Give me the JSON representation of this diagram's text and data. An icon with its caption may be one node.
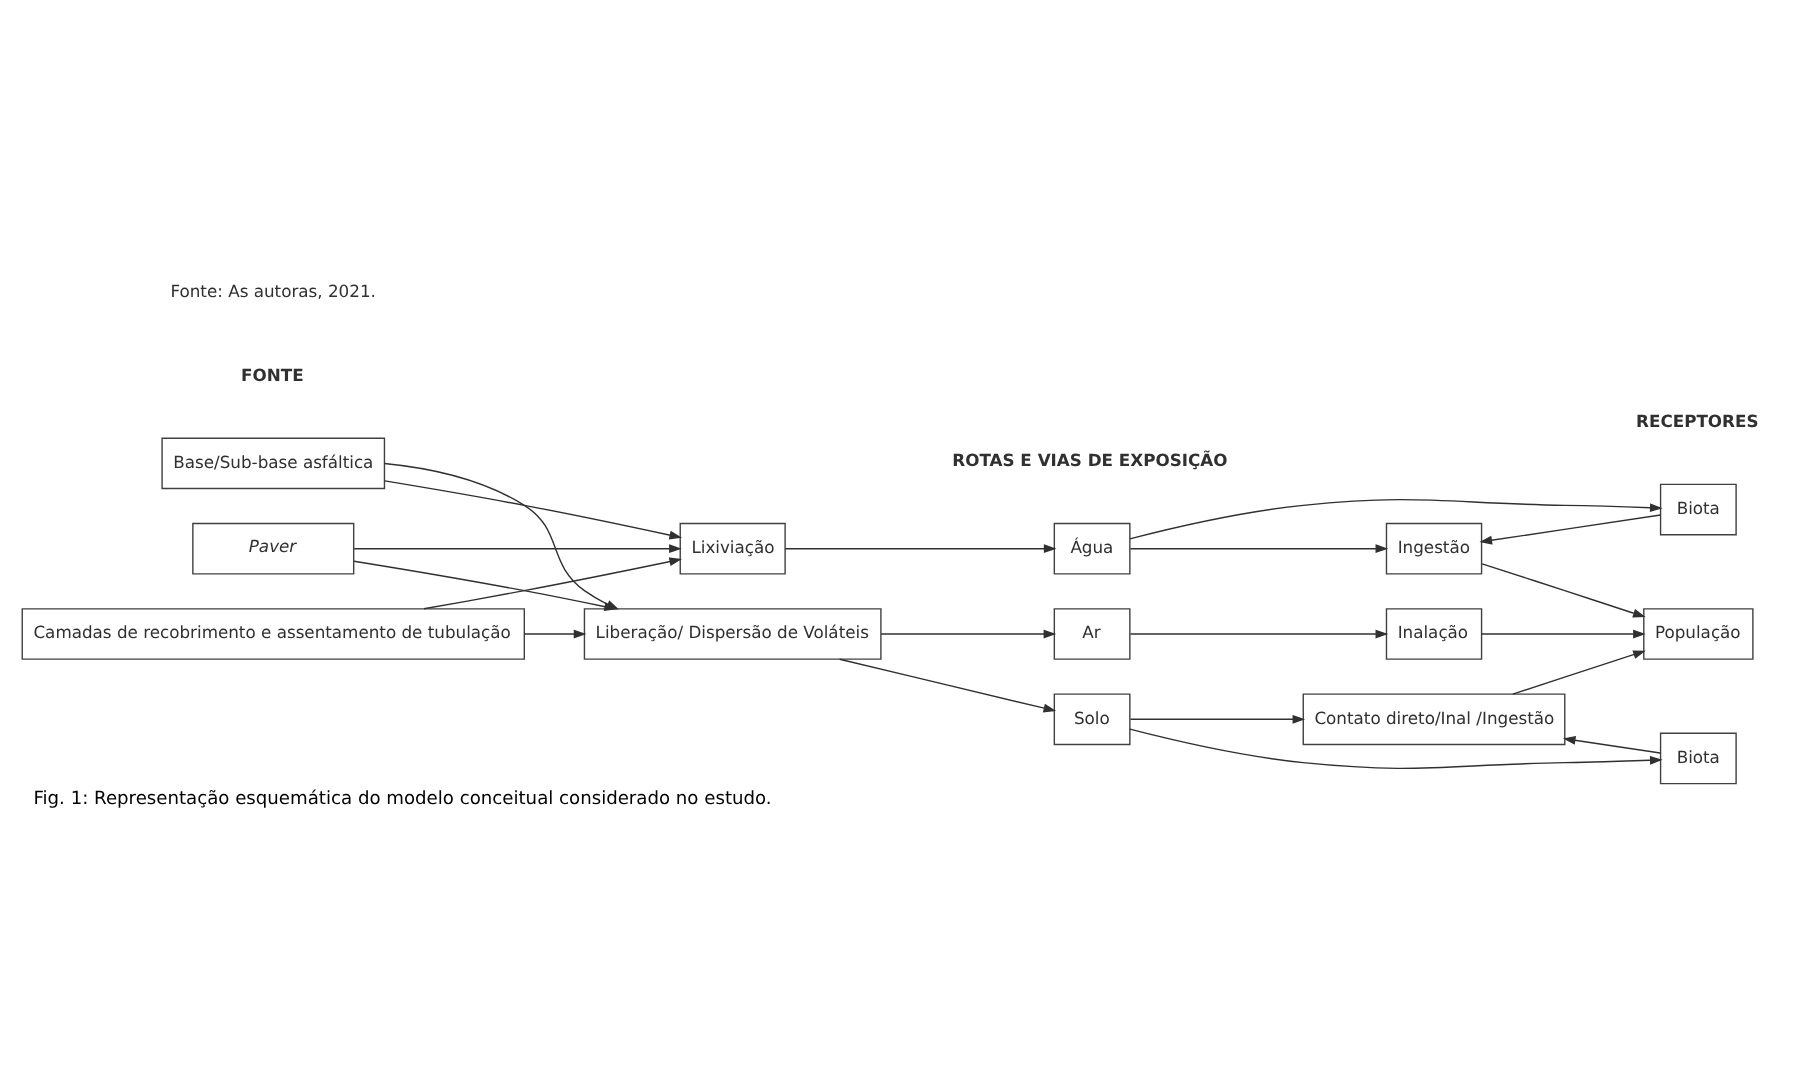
{
  "diagram": {
    "caption": "Fig. 1: Representação esquemática do modelo conceitual considerado no estudo.",
    "nodes": [
      {
        "text": [
          "Base/Sub-base asfáltica"
        ]
      },
      {
        "text": [
          "Paver"
        ]
      },
      {
        "text": [
          "Camadas de recobrimento e assentamento de tubulação"
        ]
      },
      {
        "text": [
          "Lixiviação"
        ]
      },
      {
        "text": [
          "Liberação/ Dispersão de Voláteis"
        ]
      },
      {
        "text": [
          "Água"
        ]
      },
      {
        "text": [
          "Ar"
        ]
      },
      {
        "text": [
          "Solo"
        ]
      },
      {
        "text": [
          "Ingestão"
        ]
      },
      {
        "text": [
          "Inalação"
        ]
      },
      {
        "text": [
          "Contato direto/Inal /Ingestão"
        ]
      },
      {
        "text": [
          "Biota"
        ]
      },
      {
        "text": [
          "População"
        ]
      },
      {
        "text": [
          "Biota"
        ]
      }
    ],
    "edges": [
      {
        "from": 0,
        "to": 3,
        "arrow": "to"
      },
      {
        "from": 0,
        "to": 4,
        "arrow": "to"
      },
      {
        "from": 1,
        "to": 3,
        "arrow": "to"
      },
      {
        "from": 1,
        "to": 4,
        "arrow": "to"
      },
      {
        "from": 2,
        "to": 3,
        "arrow": "to"
      },
      {
        "from": 2,
        "to": 4,
        "arrow": "to"
      },
      {
        "from": 3,
        "to": 5,
        "arrow": "to"
      },
      {
        "from": 4,
        "to": 6,
        "arrow": "to"
      },
      {
        "from": 4,
        "to": 7,
        "arrow": "to"
      },
      {
        "from": 5,
        "to": 8,
        "arrow": "to"
      },
      {
        "from": 5,
        "to": 11,
        "arrow": "to"
      },
      {
        "from": 6,
        "to": 9,
        "arrow": "to"
      },
      {
        "from": 7,
        "to": 10,
        "arrow": "to"
      },
      {
        "from": 7,
        "to": 13,
        "arrow": "to"
      },
      {
        "from": 11,
        "to": 8,
        "arrow": "to"
      },
      {
        "from": 13,
        "to": 10,
        "arrow": "to"
      },
      {
        "from": 8,
        "to": 12,
        "arrow": "to"
      },
      {
        "from": 9,
        "to": 12,
        "arrow": "to"
      },
      {
        "from": 10,
        "to": 12,
        "arrow": "to"
      }
    ],
    "labels": [
      "FONTE",
      "ROTAS E VIAS DE EXPOSIÇÃO",
      "RECEPTORES",
      "Fonte: As autoras, 2021."
    ]
  }
}
